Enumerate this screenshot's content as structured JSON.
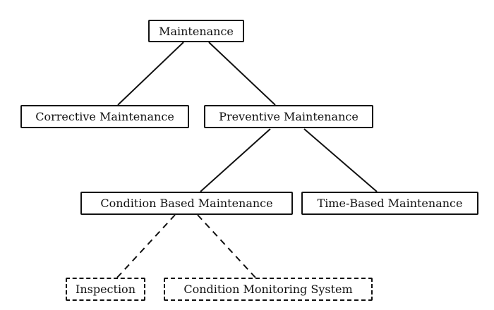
{
  "diagram": {
    "nodes": {
      "maintenance": "Maintenance",
      "corrective": "Corrective Maintenance",
      "preventive": "Preventive Maintenance",
      "condition_based": "Condition Based Maintenance",
      "time_based": "Time-Based Maintenance",
      "inspection": "Inspection",
      "condition_monitoring": "Condition Monitoring System"
    },
    "edges": [
      {
        "from": "maintenance",
        "to": "corrective",
        "style": "solid"
      },
      {
        "from": "maintenance",
        "to": "preventive",
        "style": "solid"
      },
      {
        "from": "preventive",
        "to": "condition_based",
        "style": "solid"
      },
      {
        "from": "preventive",
        "to": "time_based",
        "style": "solid"
      },
      {
        "from": "condition_based",
        "to": "inspection",
        "style": "dashed"
      },
      {
        "from": "condition_based",
        "to": "condition_monitoring",
        "style": "dashed"
      }
    ]
  }
}
